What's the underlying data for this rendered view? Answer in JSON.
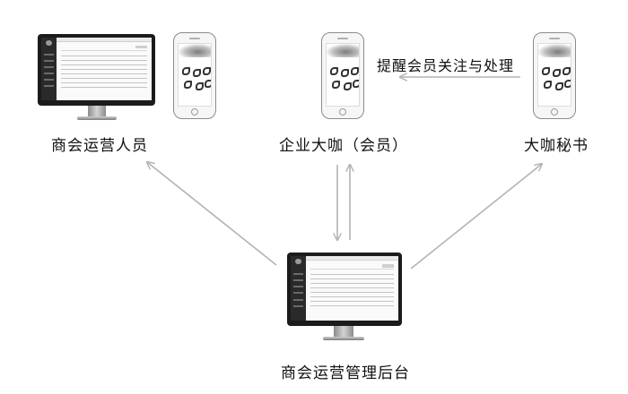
{
  "diagram": {
    "nodes": {
      "ops_staff": {
        "label": "商会运营人员"
      },
      "member": {
        "label": "企业大咖（会员）"
      },
      "secretary": {
        "label": "大咖秘书"
      },
      "admin_backend": {
        "label": "商会运营管理后台"
      }
    },
    "edges": [
      {
        "from": "secretary",
        "to": "member",
        "label": "提醒会员关注与处理"
      },
      {
        "from": "admin_backend",
        "to": "ops_staff",
        "label": ""
      },
      {
        "from": "admin_backend",
        "to": "secretary",
        "label": ""
      },
      {
        "from": "member",
        "to": "admin_backend",
        "label": ""
      },
      {
        "from": "admin_backend",
        "to": "member",
        "label": ""
      }
    ]
  },
  "colors": {
    "arrow": "#b3b3b3",
    "monitor_bezel": "#1b1b1b",
    "text": "#111111"
  }
}
